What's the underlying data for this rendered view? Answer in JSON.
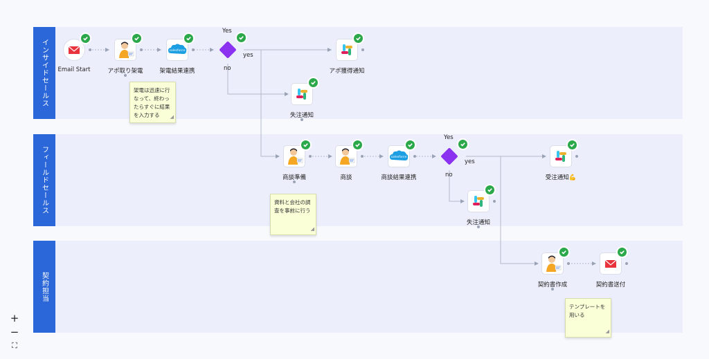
{
  "lanes": [
    {
      "label": "インサイドセールス"
    },
    {
      "label": "フィールドセールス"
    },
    {
      "label": "契約担当"
    }
  ],
  "nodes": {
    "email_start": {
      "label": "Email Start",
      "icon": "mail-icon"
    },
    "apo_call": {
      "label": "アポ取り架電",
      "icon": "person-at-desk-icon"
    },
    "call_sf_sync": {
      "label": "架電結果連携",
      "icon": "salesforce-icon"
    },
    "gateway1": {
      "yes": "Yes",
      "yes_branch": "yes",
      "no_branch": "no"
    },
    "apo_notify": {
      "label": "アポ獲得通知",
      "icon": "slack-icon"
    },
    "lost_notify1": {
      "label": "失注通知",
      "icon": "slack-icon"
    },
    "deal_prep": {
      "label": "商談準備",
      "icon": "person-at-desk-icon"
    },
    "deal": {
      "label": "商談",
      "icon": "person-at-desk-icon"
    },
    "deal_sf_sync": {
      "label": "商談結果連携",
      "icon": "salesforce-icon"
    },
    "gateway2": {
      "yes": "Yes",
      "yes_branch": "yes",
      "no_branch": "no"
    },
    "won_notify": {
      "label": "受注通知💪",
      "icon": "slack-icon"
    },
    "lost_notify2": {
      "label": "失注通知",
      "icon": "slack-icon"
    },
    "contract_create": {
      "label": "契約書作成",
      "icon": "person-at-desk-icon"
    },
    "contract_send": {
      "label": "契約書送付",
      "icon": "mail-icon"
    }
  },
  "notes": {
    "note1": [
      "架電は迅速に行",
      "なって、終わっ",
      "たらすぐに結果",
      "を入力する"
    ],
    "note2": [
      "資料と会社の調",
      "査を事前に行う"
    ],
    "note3": [
      "テンプレートを",
      "用いる"
    ]
  },
  "salesforce_text": "salesforce",
  "zoom": {
    "in": "+",
    "out": "−",
    "fit": "⛶"
  },
  "colors": {
    "lane_header": "#2b67d9",
    "lane_bg": "#eceffb",
    "check": "#2ba84a",
    "gateway": "#8b32f0",
    "salesforce": "#1b9ee2",
    "mail": "#e8333c",
    "note_bg": "#fbffd8"
  }
}
